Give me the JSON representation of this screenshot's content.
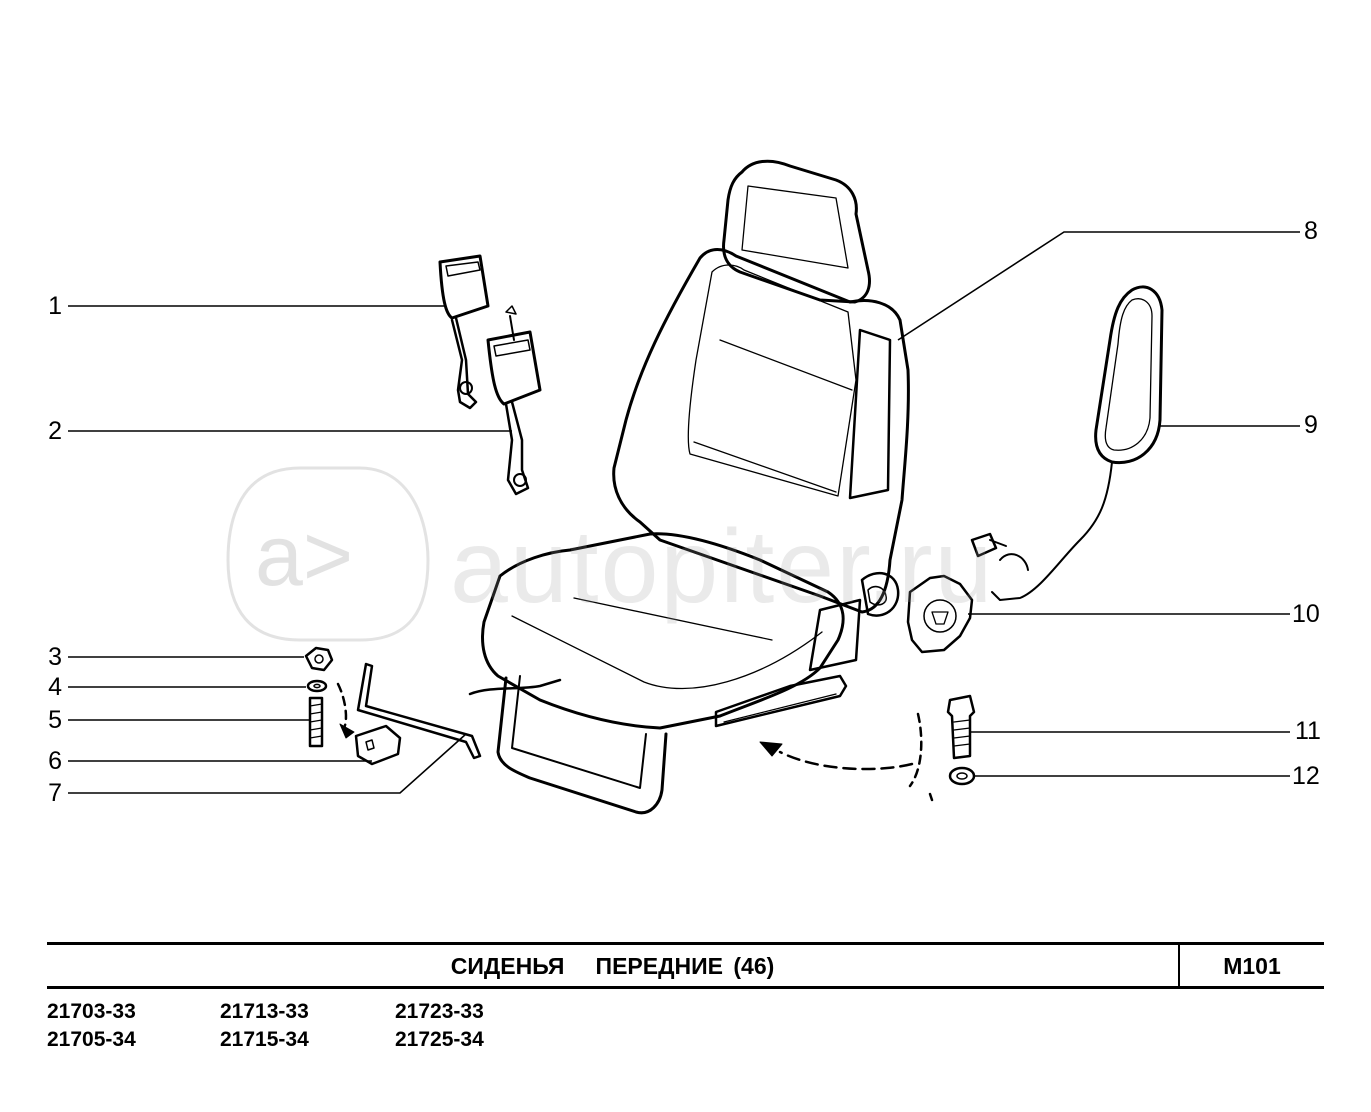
{
  "callouts": {
    "left": [
      "1",
      "2",
      "3",
      "4",
      "5",
      "6",
      "7"
    ],
    "right": [
      "8",
      "9",
      "10",
      "11",
      "12"
    ]
  },
  "title_block": {
    "title": "СИДЕНЬЯ   ПЕРЕДНИЕ (46)",
    "page_code": "M101"
  },
  "model_codes": {
    "row1": [
      "21703-33",
      "21713-33",
      "21723-33"
    ],
    "row2": [
      "21705-34",
      "21715-34",
      "21725-34"
    ]
  },
  "watermark": {
    "logo": "a>",
    "text": "autopiter.ru"
  },
  "colors": {
    "line": "#000000",
    "watermark": "#a0a0a0"
  }
}
